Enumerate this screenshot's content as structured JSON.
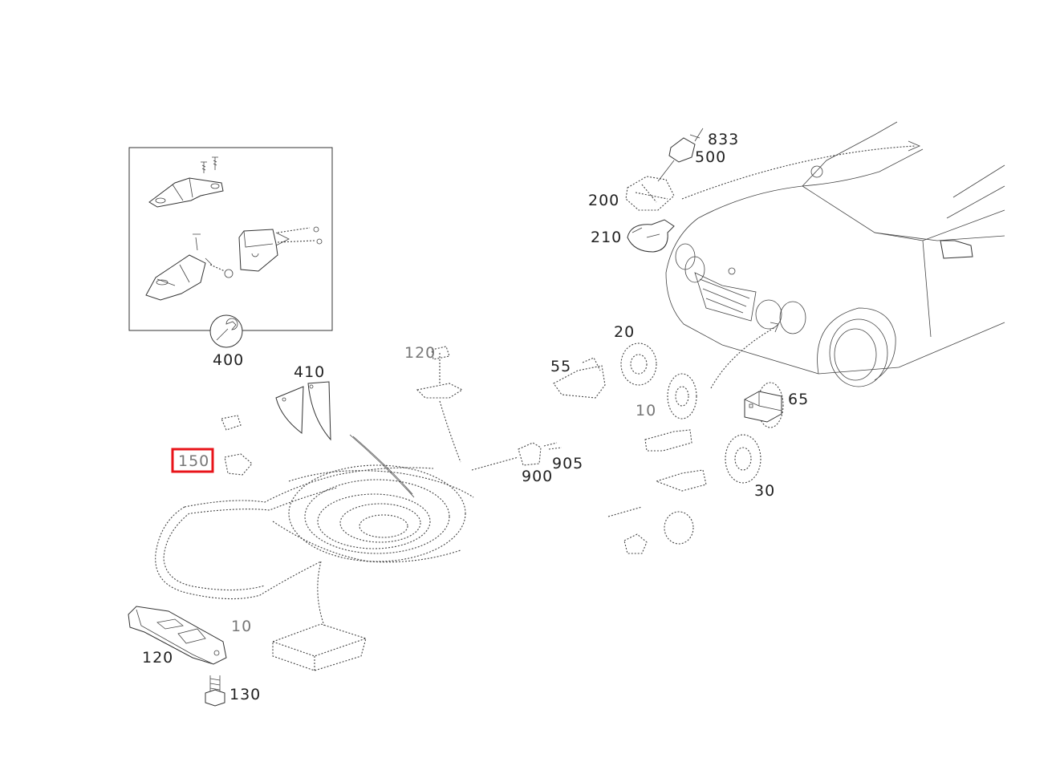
{
  "diagram": {
    "inset_label": "400",
    "highlight_label": "150",
    "callouts": {
      "c833": "833",
      "c500": "500",
      "c200": "200",
      "c210": "210",
      "c20": "20",
      "c55": "55",
      "c65": "65",
      "c30": "30",
      "c410": "410",
      "c900": "900",
      "c905": "905",
      "c120": "120",
      "c130": "130",
      "c10": "10"
    },
    "colors": {
      "highlight": "#e8141a",
      "ink": "#333333"
    }
  }
}
